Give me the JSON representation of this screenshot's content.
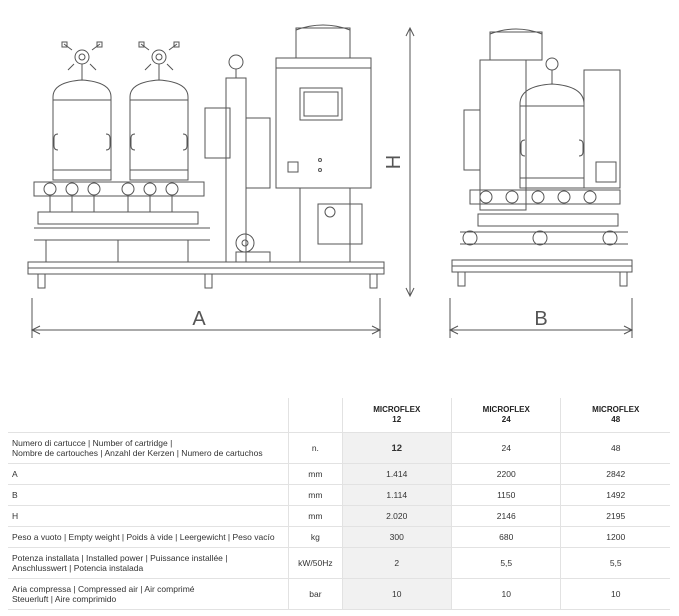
{
  "drawing": {
    "dimension_labels": {
      "a": "A",
      "b": "B",
      "h": "H"
    }
  },
  "table": {
    "models": [
      {
        "line1": "MICROFLEX",
        "line2": "12"
      },
      {
        "line1": "MICROFLEX",
        "line2": "24"
      },
      {
        "line1": "MICROFLEX",
        "line2": "48"
      }
    ],
    "rows": [
      {
        "label_lines": [
          "Numero di cartucce | Number of cartridge |",
          "Nombre de cartouches | Anzahl der Kerzen | Numero de cartuchos"
        ],
        "unit": "n.",
        "values": [
          "12",
          "24",
          "48"
        ]
      },
      {
        "label_lines": [
          "A"
        ],
        "unit": "mm",
        "values": [
          "1.414",
          "2200",
          "2842"
        ]
      },
      {
        "label_lines": [
          "B"
        ],
        "unit": "mm",
        "values": [
          "1.114",
          "1150",
          "1492"
        ]
      },
      {
        "label_lines": [
          "H"
        ],
        "unit": "mm",
        "values": [
          "2.020",
          "2146",
          "2195"
        ]
      },
      {
        "label_lines": [
          "Peso a vuoto | Empty weight | Poids à vide | Leergewicht | Peso vacío"
        ],
        "unit": "kg",
        "values": [
          "300",
          "680",
          "1200"
        ]
      },
      {
        "label_lines": [
          "Potenza installata | Installed power | Puissance installée |",
          "Anschlusswert | Potencia instalada"
        ],
        "unit": "kW/50Hz",
        "values": [
          "2",
          "5,5",
          "5,5"
        ]
      },
      {
        "label_lines": [
          "Aria compressa | Compressed air | Air comprimé",
          "Steuerluft | Aire comprimido"
        ],
        "unit": "bar",
        "values": [
          "10",
          "10",
          "10"
        ]
      }
    ]
  }
}
